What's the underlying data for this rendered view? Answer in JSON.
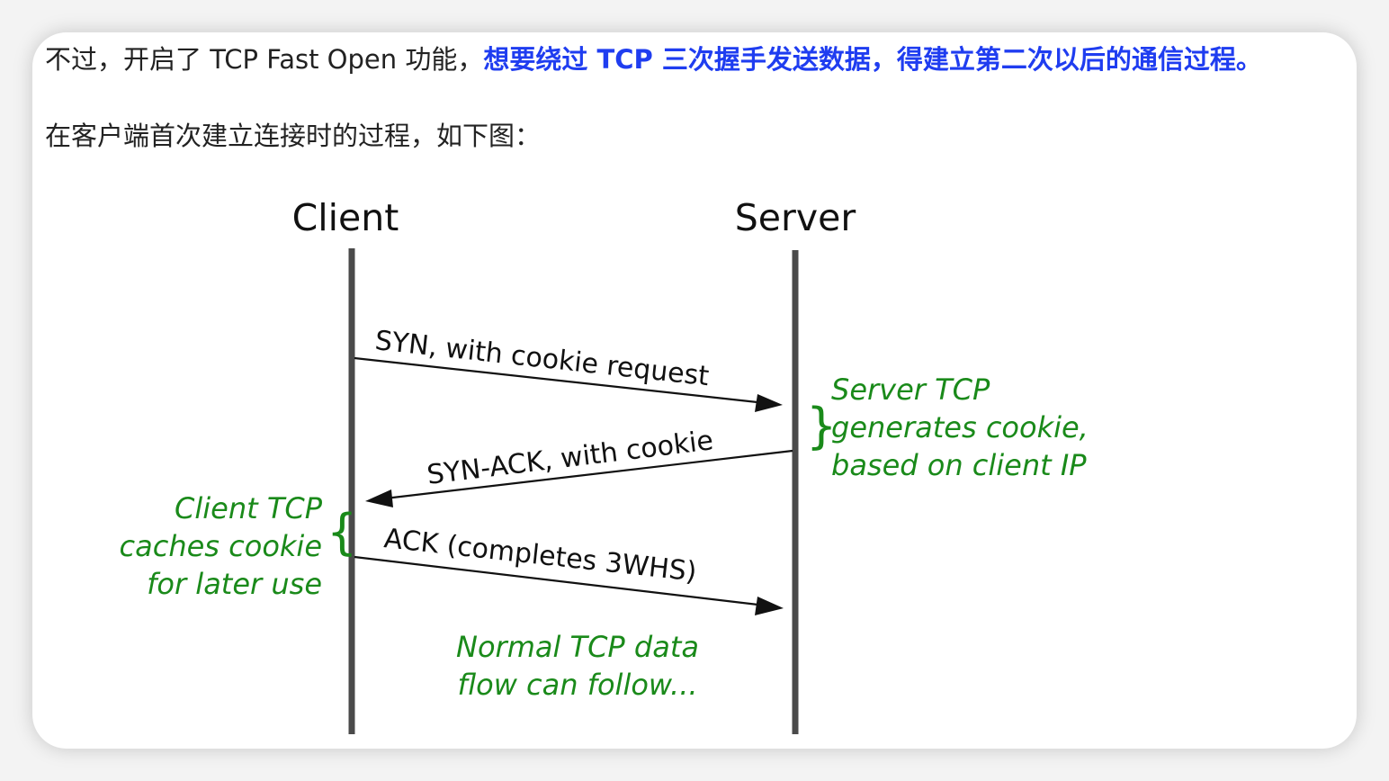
{
  "paragraph1": {
    "lead": "不过，开启了 TCP Fast Open 功能，",
    "highlight": "想要绕过 TCP 三次握手发送数据，得建立第二次以后的通信过程。"
  },
  "paragraph2": "在客户端首次建立连接时的过程，如下图：",
  "diagram": {
    "client_label": "Client",
    "server_label": "Server",
    "messages": [
      {
        "text": "SYN, with cookie request",
        "direction": "client-to-server"
      },
      {
        "text": "SYN-ACK, with cookie",
        "direction": "server-to-client"
      },
      {
        "text": "ACK (completes 3WHS)",
        "direction": "client-to-server"
      }
    ],
    "server_note": [
      "Server TCP",
      "generates cookie,",
      "based on client IP"
    ],
    "client_note": [
      "Client TCP",
      "caches cookie",
      "for later use"
    ],
    "follow_note": [
      "Normal TCP data",
      "flow can follow..."
    ],
    "server_brace": "}",
    "client_brace": "{",
    "colors": {
      "note": "#1a8a1a",
      "highlight": "#1f3df0"
    }
  }
}
